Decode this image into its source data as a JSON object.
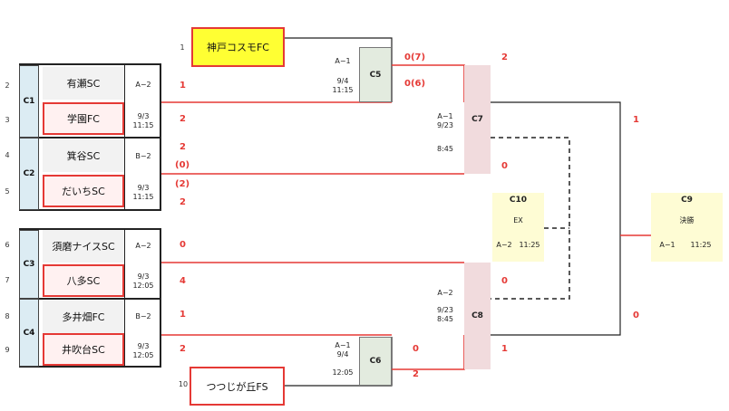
{
  "seeds": {
    "s1": "1",
    "s2": "2",
    "s3": "3",
    "s4": "4",
    "s5": "5",
    "s6": "6",
    "s7": "7",
    "s8": "8",
    "s9": "9",
    "s10": "10"
  },
  "teams": {
    "kobe": "神戸コスモFC",
    "arise": "有瀬SC",
    "gakuen": "学園FC",
    "minotani": "箕谷SC",
    "daichi": "だいちSC",
    "suma": "須磨ナイスSC",
    "hata": "八多SC",
    "tainohata": "多井畑FC",
    "ibukidai": "井吹台SC",
    "tsutsujigaoka": "つつじが丘FS"
  },
  "groups": {
    "c1": "C1",
    "c2": "C2",
    "c3": "C3",
    "c4": "C4"
  },
  "game_info": {
    "c1_court": "A−2",
    "c1_date": "9/3",
    "c1_time": "11:15",
    "c2_court": "B−2",
    "c2_date": "9/3",
    "c2_time": "11:15",
    "c3_court": "A−2",
    "c3_date": "9/3",
    "c3_time": "12:05",
    "c4_court": "B−2",
    "c4_date": "9/3",
    "c4_time": "12:05",
    "c5_court": "A−1",
    "c5_date": "9/4",
    "c5_time": "11:15",
    "c6_court": "A−1",
    "c6_date": "9/4",
    "c6_time": "12:05",
    "c7_court": "A−1",
    "c7_date": "9/23",
    "c7_time": "8:45",
    "c8_court": "A−2",
    "c8_date": "9/23",
    "c8_time": "8:45",
    "c10_sub": "EX",
    "c10_court": "A−2",
    "c10_time": "11:25",
    "c9_sub": "決勝",
    "c9_court": "A−1",
    "c9_time": "11:25"
  },
  "matches": {
    "c5": "C5",
    "c6": "C6",
    "c7": "C7",
    "c8": "C8",
    "c9": "C9",
    "c10": "C10"
  },
  "scores": {
    "arise": "1",
    "gakuen": "2",
    "minotani": "2",
    "minotani_pk": "(0)",
    "daichi_pk": "(2)",
    "daichi": "2",
    "suma": "0",
    "hata": "4",
    "tainohata": "1",
    "ibukidai": "2",
    "c5_top": "0(7)",
    "c5_bottom": "0(6)",
    "c6_left": "0",
    "c6_right": "2",
    "c7_top": "2",
    "c7_bottom": "0",
    "c8_top": "0",
    "c8_bottom": "1",
    "c9_top": "1",
    "c9_bottom": "0"
  }
}
